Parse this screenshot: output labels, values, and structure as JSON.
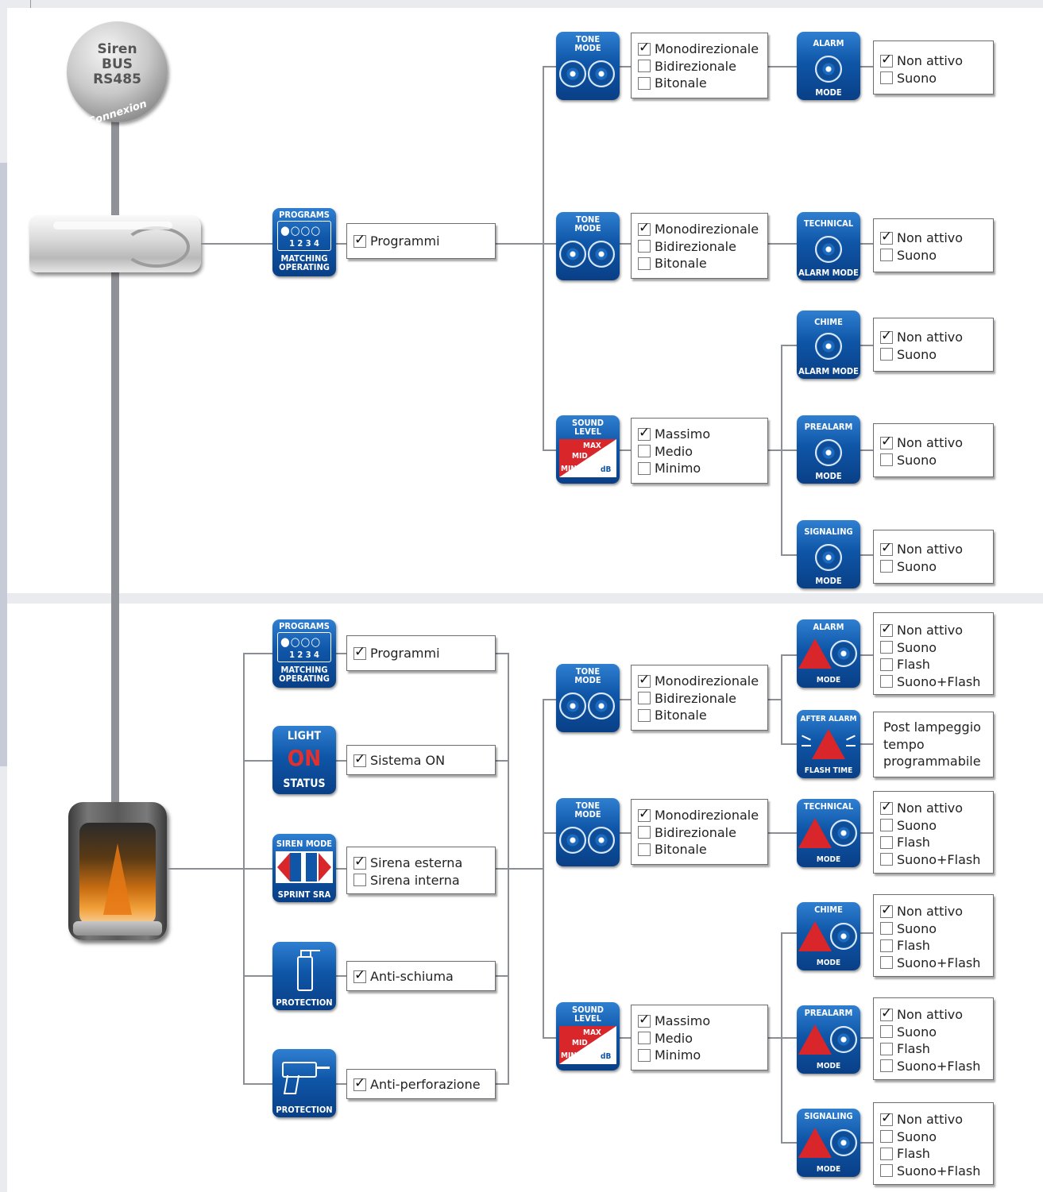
{
  "connexion": {
    "line1": "Siren",
    "line2": "BUS",
    "line3": "RS485",
    "ring": "Connexion"
  },
  "icons": {
    "programs_top": "PROGRAMS",
    "programs_bottom": "MATCHING",
    "programs_bottom2": "OPERATING",
    "programs_nums": "1 2 3 4",
    "tone": "TONE",
    "tone2": "MODE",
    "sound": "SOUND",
    "sound2": "LEVEL",
    "max": "MAX",
    "mid": "MID",
    "min": "MIN",
    "db": "dB",
    "alarm": "ALARM",
    "mode": "MODE",
    "technical": "TECHNICAL",
    "alarm_mode": "ALARM MODE",
    "chime": "CHIME",
    "prealarm": "PREALARM",
    "signaling": "SIGNALING",
    "light": "LIGHT",
    "on": "ON",
    "status": "STATUS",
    "siren_mode": "SIREN MODE",
    "sprint": "SPRINT SRA",
    "protection": "PROTECTION",
    "after_alarm": "AFTER ALARM",
    "flash_time": "FLASH TIME"
  },
  "opts": {
    "programmi": "Programmi",
    "mono": "Monodirezionale",
    "bi": "Bidirezionale",
    "bito": "Bitonale",
    "nonattivo": "Non attivo",
    "suono": "Suono",
    "flash": "Flash",
    "suonoflash": "Suono+Flash",
    "massimo": "Massimo",
    "medio": "Medio",
    "minimo": "Minimo",
    "sistema_on": "Sistema ON",
    "sirena_esterna": "Sirena esterna",
    "sirena_interna": "Sirena interna",
    "antischiuma": "Anti-schiuma",
    "antiperforazione": "Anti-perforazione",
    "post1": "Post lampeggio",
    "post2": "tempo",
    "post3": "programmabile"
  },
  "colors": {
    "icon_blue": "#0f56a8",
    "alert_red": "#d8262b",
    "line_gray": "#8b8f95"
  }
}
